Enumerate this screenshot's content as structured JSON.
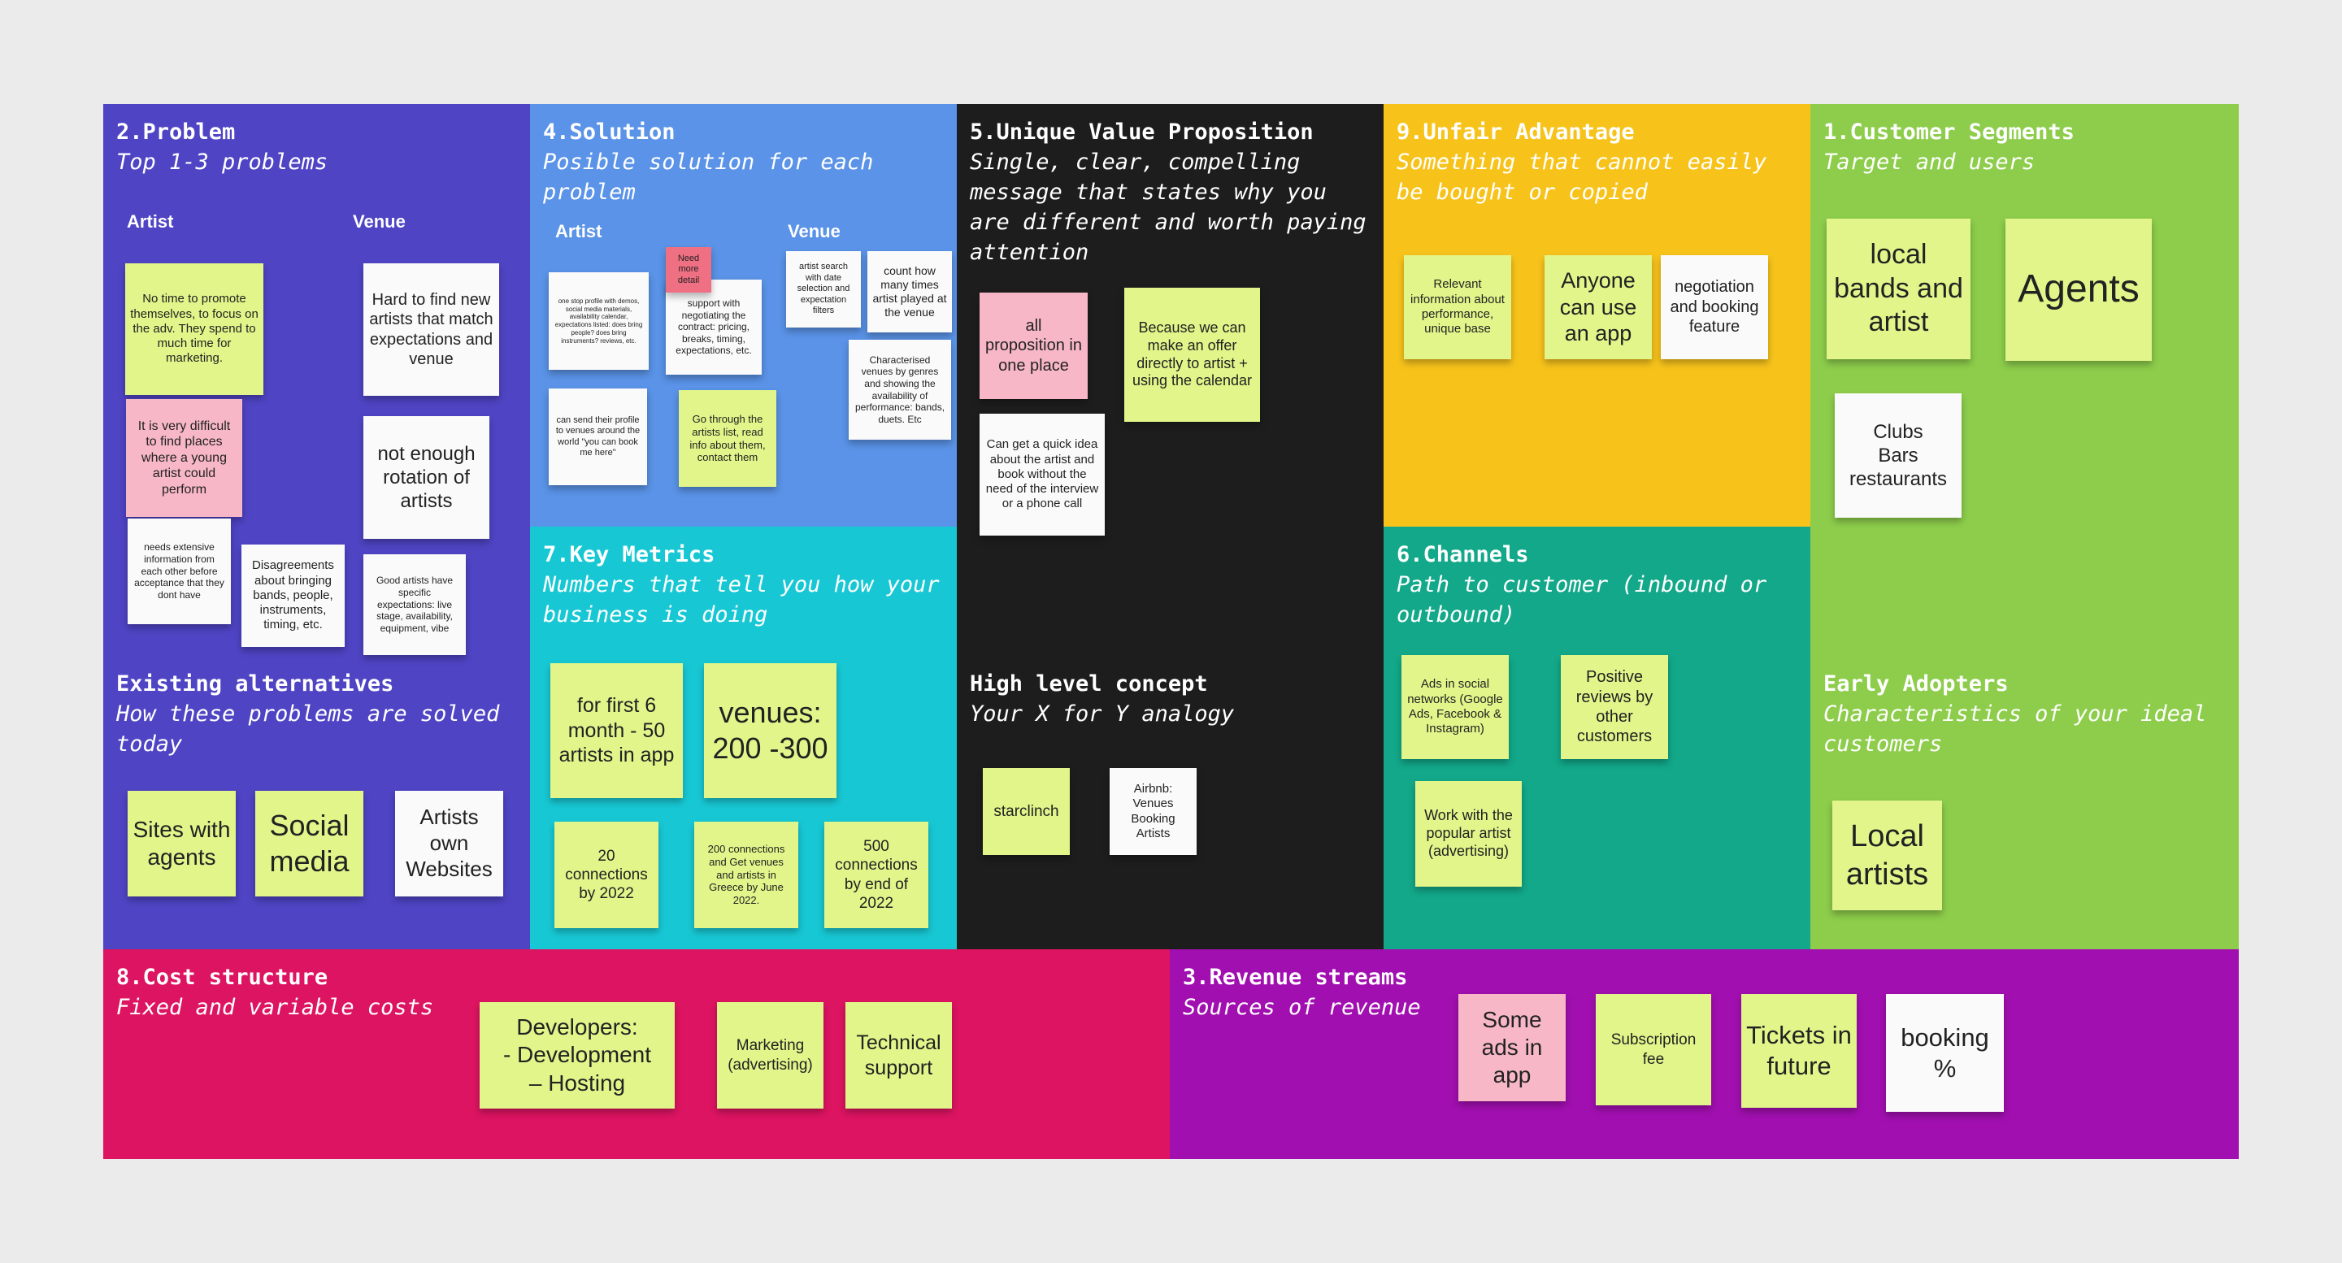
{
  "sections": {
    "problem": {
      "title": "2.Problem",
      "subtitle": "Top 1-3 problems",
      "artist_label": "Artist",
      "venue_label": "Venue"
    },
    "alternatives": {
      "title": "Existing alternatives",
      "subtitle": "How these problems are solved today"
    },
    "solution": {
      "title": "4.Solution",
      "subtitle": "Posible solution for each problem",
      "artist_label": "Artist",
      "venue_label": "Venue"
    },
    "metrics": {
      "title": "7.Key Metrics",
      "subtitle": "Numbers that tell you how your business is doing"
    },
    "uvp": {
      "title": "5.Unique Value Proposition",
      "subtitle": "Single, clear, compelling message that states why you are different and worth paying attention"
    },
    "concept": {
      "title": "High level concept",
      "subtitle": "Your X for Y analogy"
    },
    "unfair": {
      "title": "9.Unfair Advantage",
      "subtitle": "Something that cannot easily be bought or copied"
    },
    "channels": {
      "title": "6.Channels",
      "subtitle": "Path to customer (inbound or outbound)"
    },
    "segments": {
      "title": "1.Customer Segments",
      "subtitle": "Target and users"
    },
    "adopters": {
      "title": "Early Adopters",
      "subtitle": "Characteristics of your ideal customers"
    },
    "cost": {
      "title": "8.Cost structure",
      "subtitle": "Fixed and variable costs"
    },
    "revenue": {
      "title": "3.Revenue streams",
      "subtitle": "Sources of revenue"
    }
  },
  "notes": {
    "p1": "No time to promote themselves, to focus on the adv. They spend to much time for marketing.",
    "p2": "It is very difficult to find places where a young artist could perform",
    "p3": "needs extensive information from each other before acceptance that they dont have",
    "p4": "Disagreements about bringing bands, people, instruments, timing, etc.",
    "p5": "Hard to find new artists that match expectations and venue",
    "p6": "not enough rotation of artists",
    "p7": "Good artists have specific expectations: live stage, availability, equipment, vibe",
    "a1": "Sites with agents",
    "a2": "Social media",
    "a3": "Artists own Websites",
    "s1": "one stop profile with demos, social media materials, availability calendar, expectations listed: does bring people? does bring instruments? reviews, etc.",
    "s2": "Need more detail",
    "s3": "support with negotiating the contract: pricing, breaks, timing, expectations, etc.",
    "s4": "can send their profile to venues around the world \"you can book me here\"",
    "s5": "Go through the artists list, read info about them, contact them",
    "s6": "artist search with date selection and expectation filters",
    "s7": "count how many times artist played at the venue",
    "s8": "Characterised venues by genres and showing the availability of performance: bands, duets. Etc",
    "m1": "for first 6 month - 50 artists in app",
    "m2": "venues: 200 -300",
    "m3": "20 connections by 2022",
    "m4": "200 connections and Get venues and artists in Greece by June 2022.",
    "m5": "500 connections by end of 2022",
    "u1": "all proposition in one place",
    "u2": "Because we can make an offer directly to artist + using the calendar",
    "u3": "Can get a quick idea about the artist and book without the need of the interview or a phone call",
    "c1": "starclinch",
    "c2": "Airbnb: Venues Booking Artists",
    "f1": "Relevant information about performance, unique base",
    "f2": "Anyone can use an app",
    "f3": "negotiation and booking feature",
    "ch1": "Ads in social networks (Google Ads, Facebook & Instagram)",
    "ch2": "Positive reviews by other customers",
    "ch3": "Work with the popular artist (advertising)",
    "cs1": "local bands and artist",
    "cs2": "Agents",
    "cs3": "Clubs\nBars\nrestaurants",
    "e1": "Local artists",
    "k1": "Developers:\n- Development\n– Hosting",
    "k2": "Marketing (advertising)",
    "k3": "Technical support",
    "r1": "Some ads in app",
    "r2": "Subscription fee",
    "r3": "Tickets in future",
    "r4": "booking %"
  },
  "colors": {
    "problem": "#4f44c4",
    "solution": "#5a93e7",
    "metrics": "#17c8d4",
    "uvp": "#1d1d1d",
    "unfair": "#f7c31b",
    "channels": "#12a889",
    "segments": "#8dcd4b",
    "cost": "#dd1461",
    "revenue": "#a10fb0",
    "background": "#ebebeb"
  }
}
